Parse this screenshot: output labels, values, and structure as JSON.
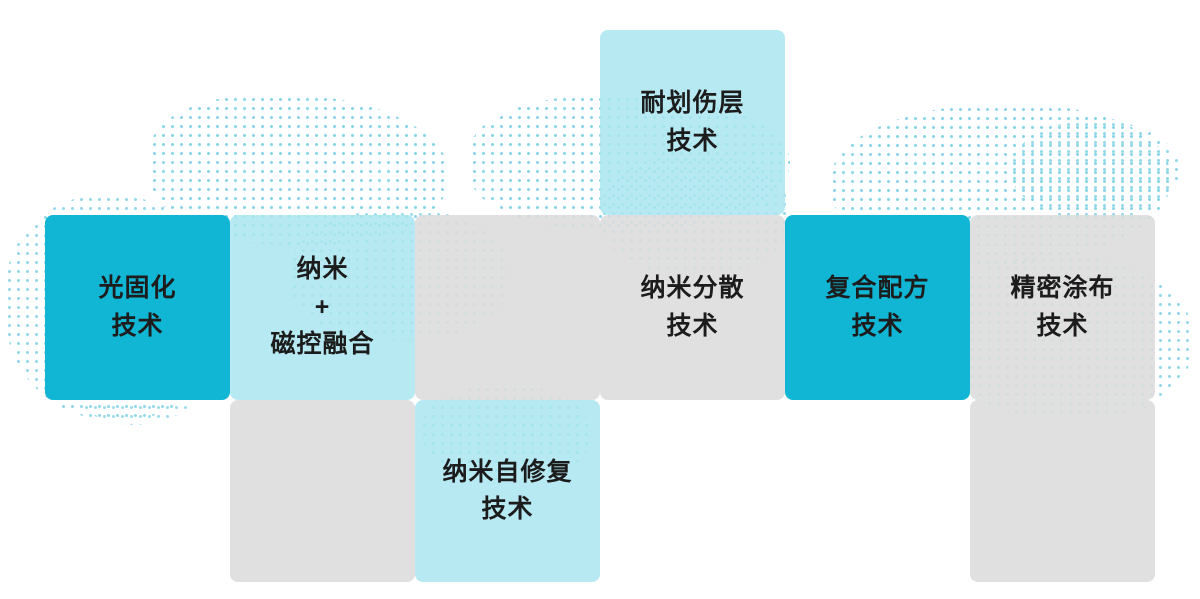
{
  "colors": {
    "accent": "#12b6d5",
    "accent_light": "#a9e5efd9",
    "tile_gray": "#dcdcdce0",
    "text": "#1c1c1c",
    "dot": "#2cb5d6"
  },
  "tiles": [
    {
      "name": "scratch-resistant-layer",
      "label": "耐划伤层\n技术",
      "variant": "light"
    },
    {
      "name": "light-curing",
      "label": "光固化\n技术",
      "variant": "accent"
    },
    {
      "name": "nano-magnetron-fusion",
      "label": "纳米\n+\n磁控融合",
      "variant": "light"
    },
    {
      "name": "empty-1",
      "label": "",
      "variant": "gray"
    },
    {
      "name": "nano-dispersion",
      "label": "纳米分散\n技术",
      "variant": "gray"
    },
    {
      "name": "composite-formulation",
      "label": "复合配方\n技术",
      "variant": "accent"
    },
    {
      "name": "precision-coating",
      "label": "精密涂布\n技术",
      "variant": "gray"
    },
    {
      "name": "empty-2",
      "label": "",
      "variant": "gray"
    },
    {
      "name": "nano-self-healing",
      "label": "纳米自修复\n技术",
      "variant": "light"
    },
    {
      "name": "empty-3",
      "label": "",
      "variant": "gray"
    }
  ]
}
